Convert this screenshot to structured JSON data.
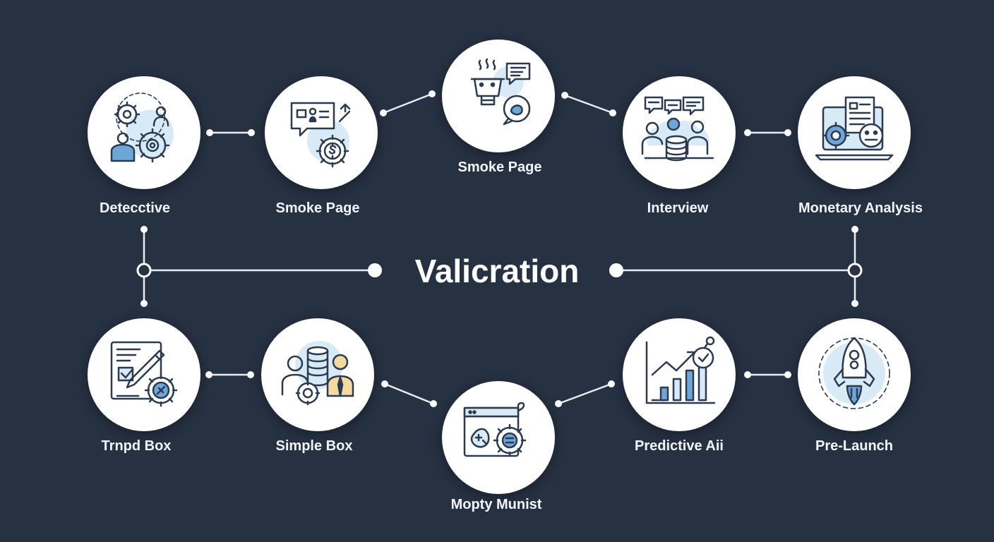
{
  "title": "Valicration",
  "colors": {
    "background": "#263142",
    "node_fill": "#ffffff",
    "icon_stroke": "#2b3a4f",
    "icon_accent": "#bcdcf1",
    "icon_blue": "#6ea6d8",
    "connector": "#e8edf3"
  },
  "nodes": [
    {
      "id": "detective",
      "label": "Detecctive",
      "icon": "gears-person-icon"
    },
    {
      "id": "smoke-page-1",
      "label": "Smoke Page",
      "icon": "chat-money-gear-icon"
    },
    {
      "id": "smoke-page-2",
      "label": "Smoke Page",
      "icon": "coffee-chat-icon"
    },
    {
      "id": "interview",
      "label": "Interview",
      "icon": "group-chat-database-icon"
    },
    {
      "id": "monetary-analysis",
      "label": "Monetary Analysis",
      "icon": "laptop-document-gear-icon"
    },
    {
      "id": "trnpd-box",
      "label": "Trnpd Box",
      "icon": "document-pen-gear-icon"
    },
    {
      "id": "simple-box",
      "label": "Simple Box",
      "icon": "people-database-icon"
    },
    {
      "id": "mopty-munist",
      "label": "Mopty Munist",
      "icon": "browser-gear-icon"
    },
    {
      "id": "predictive-aii",
      "label": "Predictive Aii",
      "icon": "bar-chart-check-icon"
    },
    {
      "id": "pre-launch",
      "label": "Pre-Launch",
      "icon": "rocket-icon"
    }
  ]
}
